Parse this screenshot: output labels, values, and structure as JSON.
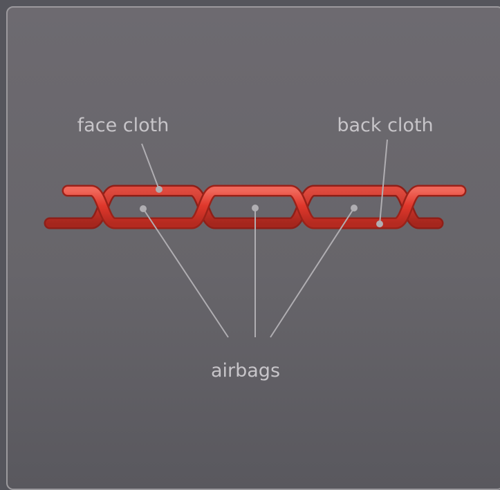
{
  "labels": {
    "face_cloth": "face cloth",
    "back_cloth": "back cloth",
    "airbags": "airbags"
  },
  "colors": {
    "background": "#55555c",
    "panel": "#6b686e",
    "panel_border": "#9c9a9e",
    "fabric": "#e0382c",
    "fabric_dark": "#b3271f",
    "leader_line": "#b0aeb2",
    "label_text": "#c7c5c9"
  }
}
